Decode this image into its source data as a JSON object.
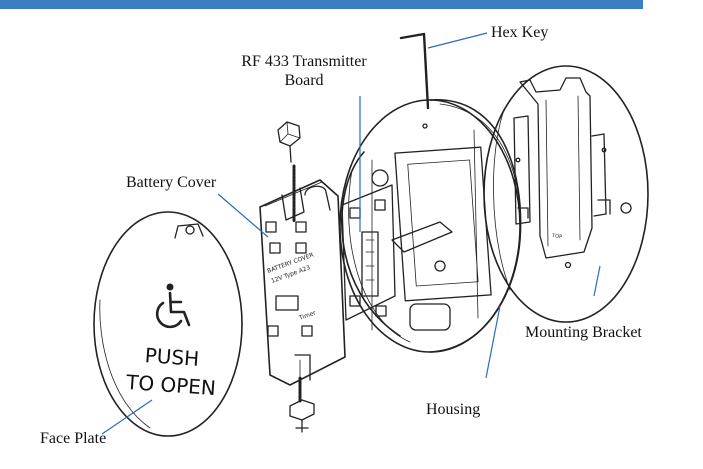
{
  "labels": {
    "hex_key": "Hex Key",
    "rf_board_line1": "RF 433 Transmitter",
    "rf_board_line2": "Board",
    "battery_cover": "Battery Cover",
    "mounting_bracket": "Mounting Bracket",
    "housing": "Housing",
    "face_plate": "Face Plate"
  },
  "face_plate_text": {
    "line1": "PUSH",
    "line2": "TO OPEN"
  },
  "colors": {
    "header_bar": "#3d7dc4",
    "leader_lines": "#2a6db5",
    "outline": "#222222"
  }
}
